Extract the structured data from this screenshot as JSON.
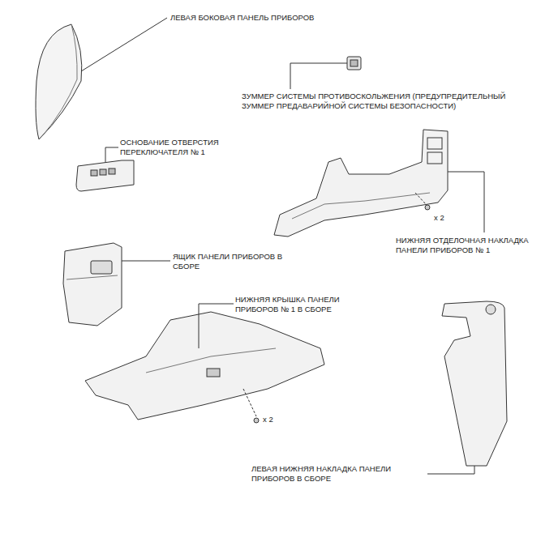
{
  "diagram": {
    "labels": [
      "ЛЕВАЯ БОКОВАЯ ПАНЕЛЬ ПРИБОРОВ",
      "ЗУММЕР СИСТЕМЫ ПРОТИВОСКОЛЬЖЕНИЯ (ПРЕДУПРЕДИТЕЛЬНЫЙ ЗУММЕР ПРЕДАВАРИЙНОЙ СИСТЕМЫ БЕЗОПАСНОСТИ)",
      "ОСНОВАНИЕ ОТВЕРСТИЯ ПЕРЕКЛЮЧАТЕЛЯ № 1",
      "x 2",
      "НИЖНЯЯ ОТДЕЛОЧНАЯ НАКЛАДКА ПАНЕЛИ ПРИБОРОВ № 1",
      "ЯЩИК ПАНЕЛИ ПРИБОРОВ В СБОРЕ",
      "НИЖНЯЯ КРЫШКА ПАНЕЛИ ПРИБОРОВ № 1 В СБОРЕ",
      "x 2",
      "ЛЕВАЯ НИЖНЯЯ НАКЛАДКА ПАНЕЛИ ПРИБОРОВ В СБОРЕ"
    ]
  }
}
